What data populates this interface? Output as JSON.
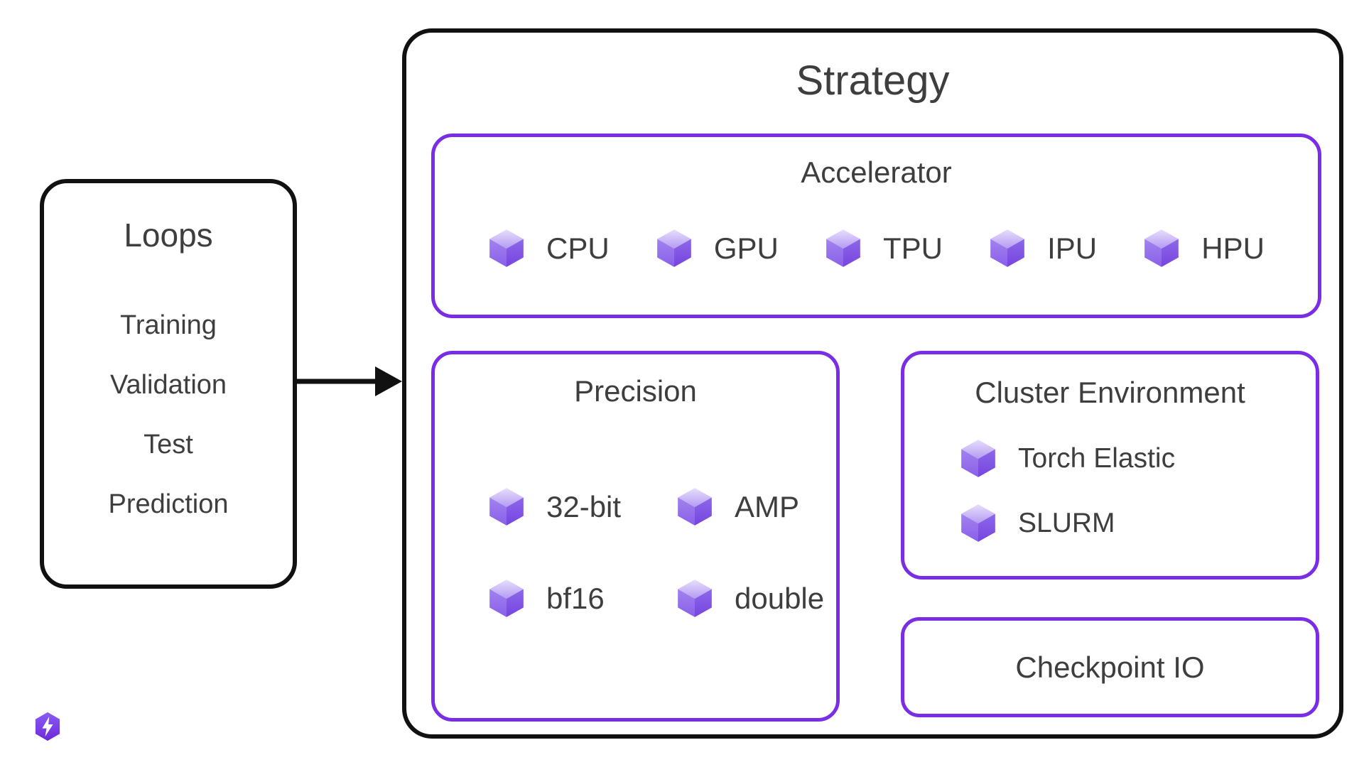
{
  "colors": {
    "purple": "#792EE5",
    "outline": "#111111",
    "text": "#3E3E3E"
  },
  "loops": {
    "title": "Loops",
    "items": [
      {
        "label": "Training"
      },
      {
        "label": "Validation"
      },
      {
        "label": "Test"
      },
      {
        "label": "Prediction"
      }
    ]
  },
  "strategy": {
    "title": "Strategy",
    "accelerator": {
      "title": "Accelerator",
      "items": [
        {
          "icon": "cube-icon",
          "label": "CPU"
        },
        {
          "icon": "cube-icon",
          "label": "GPU"
        },
        {
          "icon": "cube-icon",
          "label": "TPU"
        },
        {
          "icon": "cube-icon",
          "label": "IPU"
        },
        {
          "icon": "cube-icon",
          "label": "HPU"
        }
      ]
    },
    "precision": {
      "title": "Precision",
      "items": [
        {
          "icon": "cube-icon",
          "label": "32-bit"
        },
        {
          "icon": "cube-icon",
          "label": "AMP"
        },
        {
          "icon": "cube-icon",
          "label": "bf16"
        },
        {
          "icon": "cube-icon",
          "label": "double"
        }
      ]
    },
    "cluster_environment": {
      "title": "Cluster Environment",
      "items": [
        {
          "icon": "cube-icon",
          "label": "Torch Elastic"
        },
        {
          "icon": "cube-icon",
          "label": "SLURM"
        }
      ]
    },
    "checkpoint_io": {
      "title": "Checkpoint IO"
    }
  },
  "logo": {
    "name": "lightning-logo"
  }
}
